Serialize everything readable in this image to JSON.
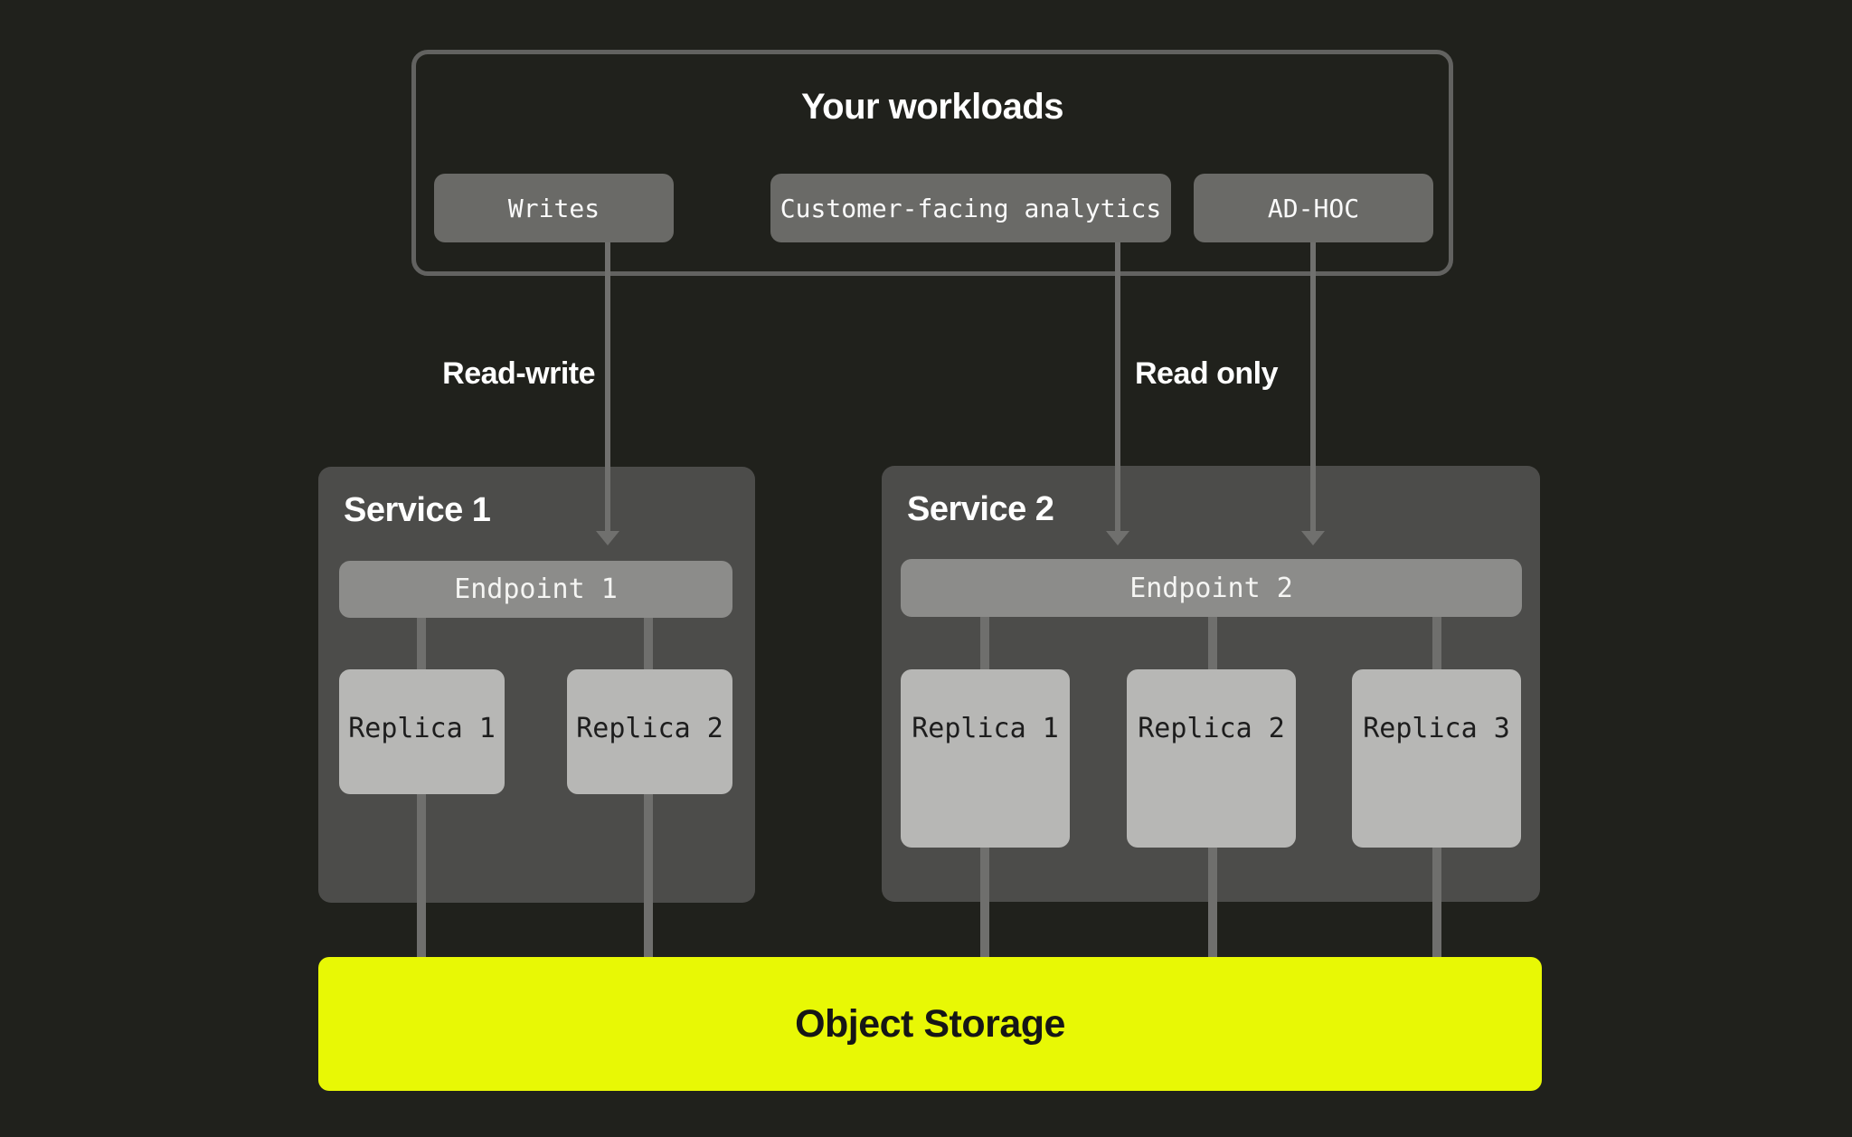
{
  "colors": {
    "background": "#20211c",
    "panel-border": "#626260",
    "chip-bg": "#6a6a67",
    "service-bg": "#4c4c4a",
    "endpoint-bg": "#8c8c8a",
    "replica-bg": "#b7b7b5",
    "connector": "#6f6f6d",
    "arrow": "#70706e",
    "storage-bg": "#e8f805",
    "text-light": "#fafafa",
    "text-dark": "#1d1d1d",
    "storage-text": "#161616"
  },
  "workloads": {
    "title": "Your workloads",
    "chips": [
      "Writes",
      "Customer-facing analytics",
      "AD-HOC"
    ]
  },
  "flow_labels": {
    "read_write": "Read-write",
    "read_only": "Read only"
  },
  "services": [
    {
      "title": "Service 1",
      "endpoint": "Endpoint 1",
      "replicas": [
        "Replica 1",
        "Replica 2"
      ]
    },
    {
      "title": "Service 2",
      "endpoint": "Endpoint 2",
      "replicas": [
        "Replica 1",
        "Replica 2",
        "Replica 3"
      ]
    }
  ],
  "storage": {
    "label": "Object Storage"
  }
}
